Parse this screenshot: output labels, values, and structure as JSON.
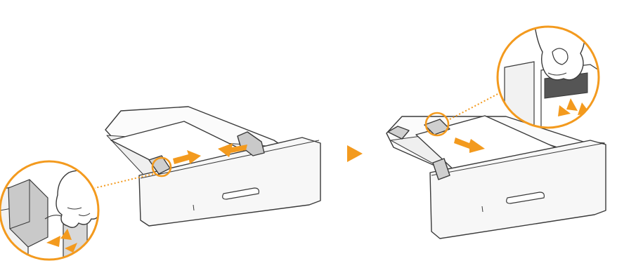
{
  "figure": {
    "panels": [
      {
        "name": "step-before",
        "action": "pinch-guide-and-slide-inward"
      },
      {
        "name": "step-after",
        "action": "guide-aligned-to-paper-edge"
      }
    ],
    "next_step_indicator": "triangle-arrow-icon",
    "icons": [
      "paper-tray",
      "paper-stack",
      "paper-guide",
      "hand-pinch",
      "orange-slide-arrow",
      "orange-press-marks",
      "callout-circle"
    ],
    "colors": {
      "accent": "#f39a1e",
      "outline": "#3a3a3a",
      "tray": "#f7f7f7",
      "guide": "#d8d8d8",
      "callout_ring": "#f39a1e"
    }
  }
}
